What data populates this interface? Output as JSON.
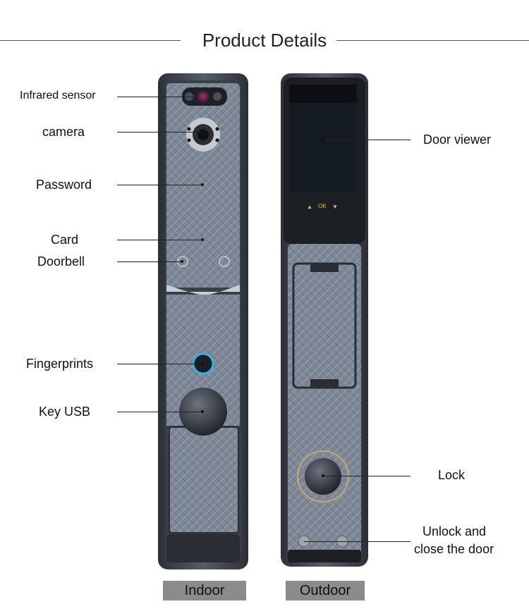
{
  "title": "Product Details",
  "labels": {
    "infrared_sensor": "Infrared sensor",
    "camera": "camera",
    "password": "Password",
    "card": "Card",
    "doorbell": "Doorbell",
    "fingerprints": "Fingerprints",
    "key_usb": "Key USB",
    "door_viewer": "Door viewer",
    "lock": "Lock",
    "unlock_line1": "Unlock and",
    "unlock_line2": "close the door"
  },
  "captions": {
    "indoor": "Indoor",
    "outdoor": "Outdoor"
  },
  "screen_buttons": {
    "up": "▲",
    "ok": "OK",
    "down": "▼"
  },
  "colors": {
    "body": "#3a3f47",
    "brushed": "#7d8796",
    "screen": "#141a22",
    "accent": "#2bb6e6",
    "caption_bg": "#8b8b8b"
  }
}
